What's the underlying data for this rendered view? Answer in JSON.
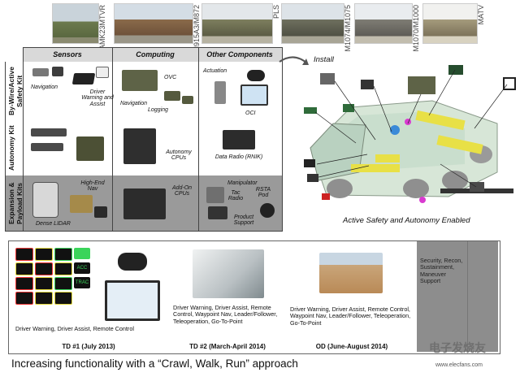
{
  "vehicles": [
    {
      "label": "AMK23MTVR",
      "color": "#6c7a4e"
    },
    {
      "label": "M915A3/M872",
      "color": "#8a6a4a"
    },
    {
      "label": "PLS",
      "color": "#7d7e5e"
    },
    {
      "label": "M1074/M1075",
      "color": "#6e6f5e"
    },
    {
      "label": "M1070/M1000",
      "color": "#7e7c74"
    },
    {
      "label": "MATV",
      "color": "#a49a7c"
    }
  ],
  "matrix": {
    "col_headers": [
      "Sensors",
      "Computing",
      "Other Components"
    ],
    "row_labels": [
      "By-Wire/Active Safety Kit",
      "Autonomy Kit",
      "Expansion & Payload Kits"
    ],
    "cells": {
      "r0c0": [
        "Navigation",
        "Driver Warning and Assist"
      ],
      "r0c1": [
        "OVC",
        "Navigation",
        "Logging"
      ],
      "r0c2": [
        "Actuation",
        "OCI"
      ],
      "r1c1": [
        "Autonomy CPUs"
      ],
      "r1c2": [
        "Data Radio (RNIK)"
      ],
      "r2c0": [
        "High-End Nav",
        "Dense LIDAR"
      ],
      "r2c1": [
        "Add-On CPUs"
      ],
      "r2c2": [
        "Manipulator",
        "Tac Radio",
        "RSTA Pod",
        "Product Support"
      ]
    }
  },
  "diagram": {
    "install_label": "Install",
    "caption": "Active Safety and Autonomy Enabled"
  },
  "timeline": {
    "columns": [
      {
        "title": "TD #1 (July 2013)",
        "desc": "Driver Warning, Driver Assist,  Remote Control"
      },
      {
        "title": "TD #2 (March-April 2014)",
        "desc": "Driver Warning, Driver Assist, Remote Control, Waypoint Nav, Leader/Follower, Teleoperation, Go-To-Point"
      },
      {
        "title": "OD (June-August 2014)",
        "desc": "Driver Warning, Driver Assist, Remote Control, Waypoint Nav, Leader/Follower, Teleoperation, Go-To-Point"
      },
      {
        "title": "",
        "desc": "Security, Recon, Sustainment, Maneuver Support"
      }
    ],
    "dash_labels": [
      "ACC",
      "TRAC"
    ]
  },
  "footer": "Increasing functionality with a “Crawl, Walk, Run” approach",
  "watermark": "电子发烧友",
  "watermark_url": "www.elecfans.com",
  "colors": {
    "header_gray": "#d9d9d9",
    "row_white": "#ffffff",
    "row_gray": "#9a9a9a",
    "timeline_gray": "#8d8d8d",
    "border": "#444444"
  }
}
